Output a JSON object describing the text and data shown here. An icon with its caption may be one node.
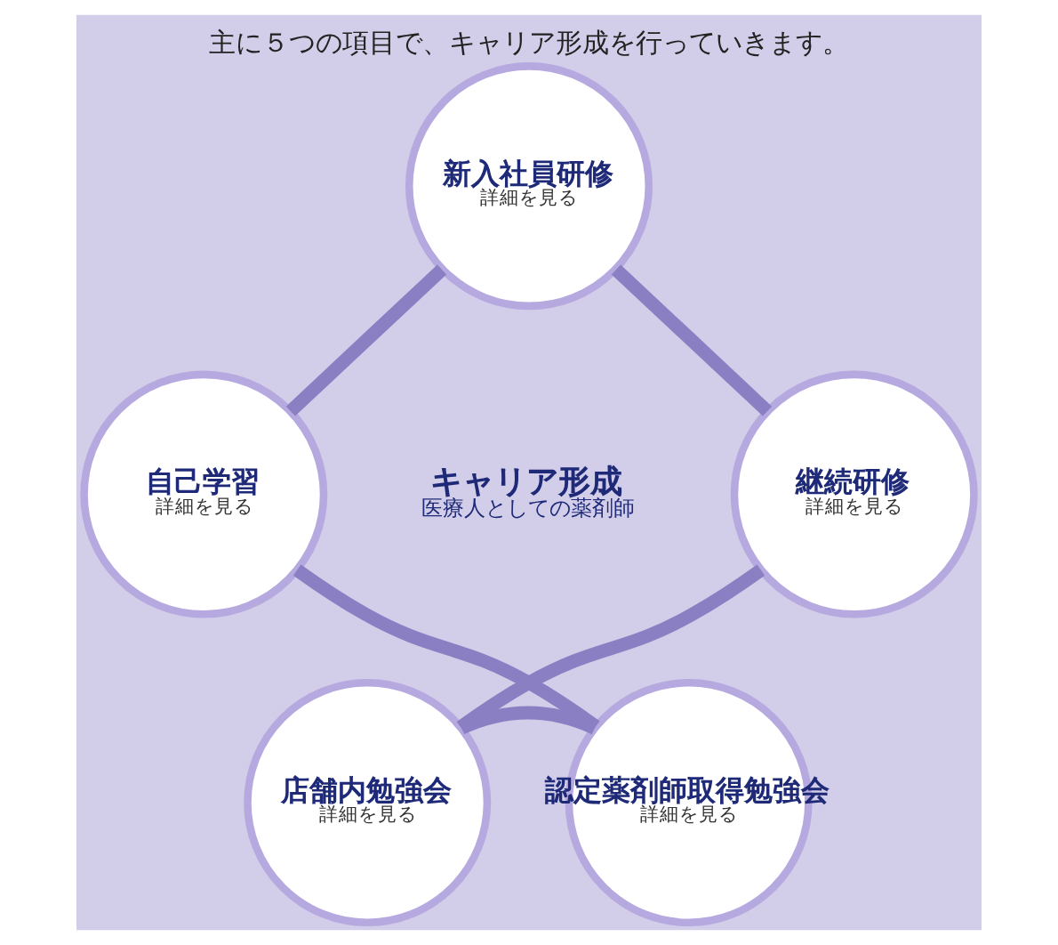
{
  "diagram": {
    "title": "主に５つの項目で、キャリア形成を行っていきます。",
    "nodes": [
      {
        "text": [
          "新入社員研修",
          "詳細を見る"
        ]
      },
      {
        "text": [
          "自己学習",
          "詳細を見る"
        ]
      },
      {
        "text": [
          "継続研修",
          "詳細を見る"
        ]
      },
      {
        "text": [
          "認定薬剤師取得勉強会",
          "詳細を見る"
        ]
      },
      {
        "text": [
          "店舗内勉強会",
          "詳細を見る"
        ]
      }
    ],
    "edges": [
      {
        "from": 0,
        "to": 2,
        "arrow": "none"
      },
      {
        "from": 2,
        "to": 4,
        "arrow": "none"
      },
      {
        "from": 4,
        "to": 3,
        "arrow": "none"
      },
      {
        "from": 3,
        "to": 1,
        "arrow": "none"
      },
      {
        "from": 1,
        "to": 0,
        "arrow": "none"
      }
    ],
    "labels": [
      "キャリア形成",
      "医療人としての薬剤師"
    ]
  }
}
